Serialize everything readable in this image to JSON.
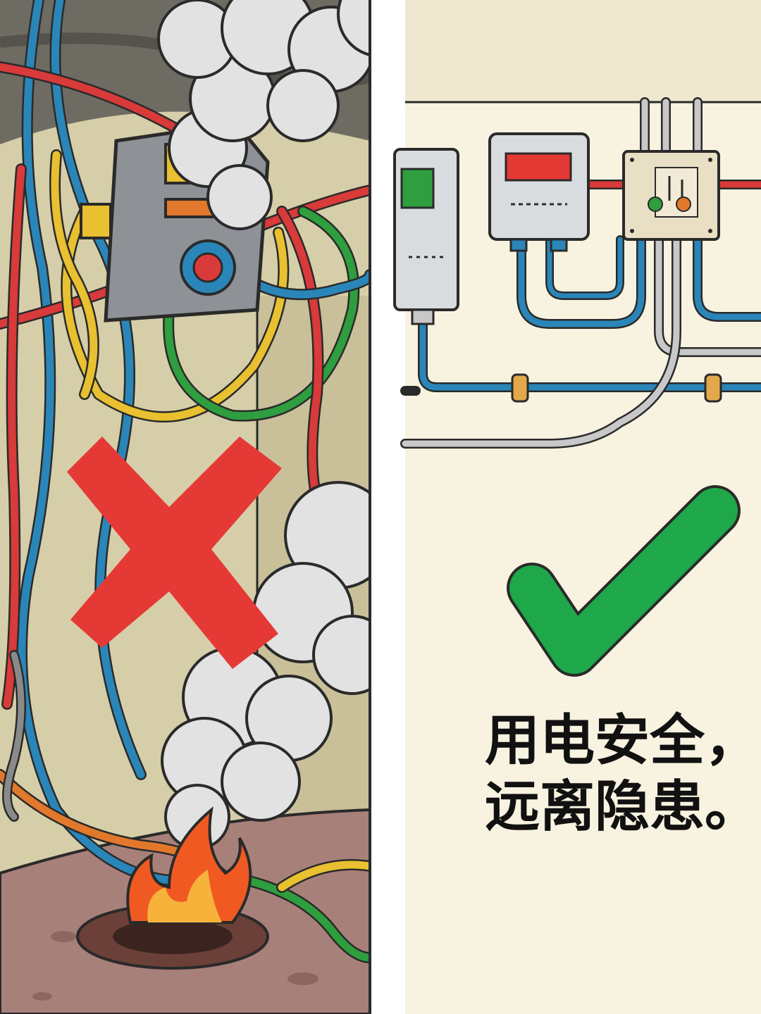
{
  "slogan": {
    "line1": "用电安全，",
    "line2": "远离隐患。"
  },
  "panels": {
    "left": {
      "meaning": "unsafe",
      "mark_icon": "red-cross-icon",
      "mark_color": "#E53935"
    },
    "right": {
      "meaning": "safe",
      "mark_icon": "green-check-icon",
      "mark_color": "#1EA84A"
    }
  },
  "colors": {
    "wall_left": "#D6CEA8",
    "wall_right": "#F8F2E0",
    "floor": "#A8807A",
    "wire_red": "#D93A3A",
    "wire_blue": "#2A86B8",
    "wire_yellow": "#E8C030",
    "wire_green": "#2E9E3E",
    "wire_orange": "#E2782C",
    "smoke": "#E2E2E2",
    "fire": "#F05A22"
  }
}
